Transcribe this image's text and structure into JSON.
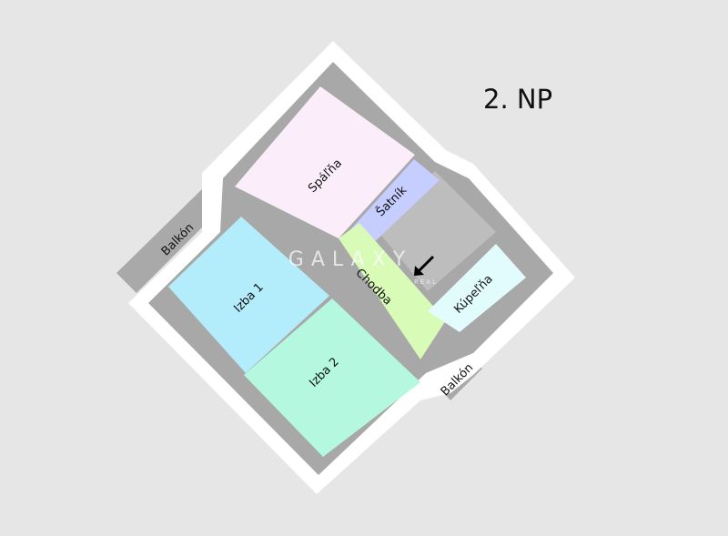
{
  "title": "2. NP",
  "watermark": {
    "brand": "GALAXY",
    "sub": "REAL"
  },
  "rooms": [
    {
      "id": "spalna",
      "label": "Spáľňa",
      "color": "#fbeefa"
    },
    {
      "id": "satnik",
      "label": "Šatník",
      "color": "#c6cdff"
    },
    {
      "id": "izba1",
      "label": "Izba 1",
      "color": "#b3ecfb"
    },
    {
      "id": "izba2",
      "label": "Izba 2",
      "color": "#b3f8df"
    },
    {
      "id": "chodba",
      "label": "Chodba",
      "color": "#d8fbb8"
    },
    {
      "id": "kupelna",
      "label": "Kúpeľňa",
      "color": "#e2fcfd"
    },
    {
      "id": "balkon1",
      "label": "Balkón",
      "color": "#a9a9a9"
    },
    {
      "id": "balkon2",
      "label": "Balkón",
      "color": "#a9a9a9"
    }
  ],
  "colors": {
    "background": "#e6e6e6",
    "outer_wall": "#ffffff",
    "inner_wall": "#a8a8a8",
    "stairs": "#bdbdbd"
  },
  "icons": {
    "entry_arrow": "arrow-down-left-icon"
  }
}
